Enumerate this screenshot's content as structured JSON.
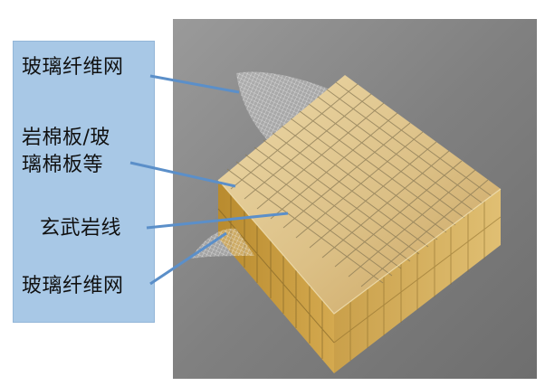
{
  "labels": [
    {
      "id": "mesh-top",
      "text": "玻璃纤维网"
    },
    {
      "id": "board",
      "text": "岩棉板/玻\n璃棉板等"
    },
    {
      "id": "basalt",
      "text": "玄武岩线"
    },
    {
      "id": "mesh-bottom",
      "text": "玻璃纤维网"
    }
  ],
  "colors": {
    "legend_bg": "#a8c8e6",
    "leader_line": "#5b8fc9",
    "photo_bg": "#7f7f7f",
    "board_top": "#d9b676",
    "board_side": "#c89b3c",
    "grid_line": "#8a7a55",
    "mesh": "#e9e9e9"
  }
}
